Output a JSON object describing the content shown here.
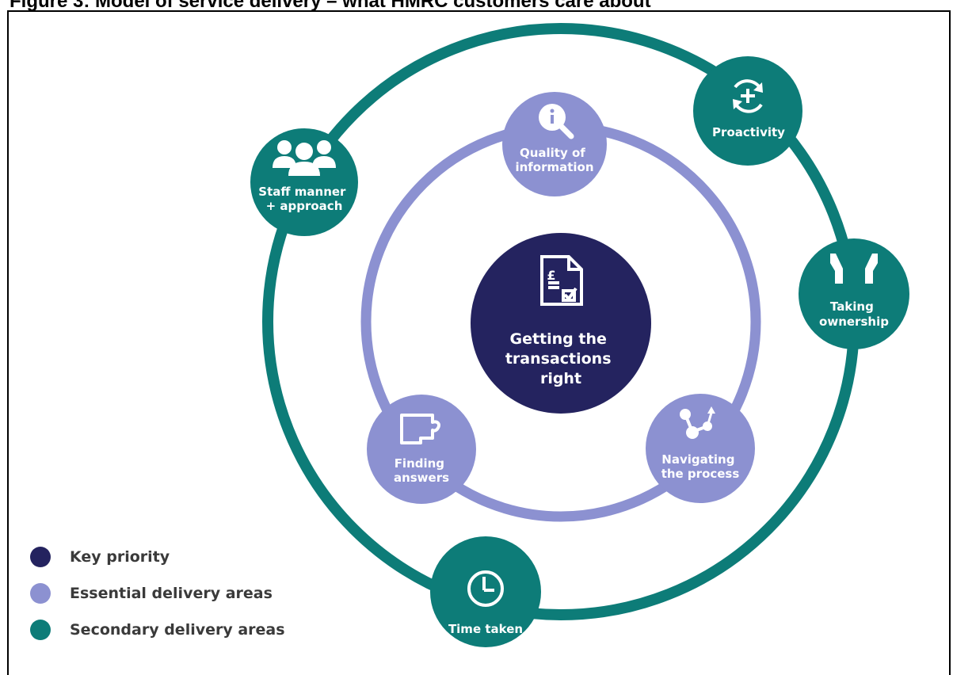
{
  "title": "Figure 3: Model of service delivery – what HMRC customers care about",
  "colors": {
    "key": "#24235f",
    "essential": "#8c91d1",
    "secondary": "#0d7c78"
  },
  "center": {
    "lines": [
      "Getting the",
      "transactions",
      "right"
    ],
    "icon": "document-pound-check-icon"
  },
  "essential_nodes": [
    {
      "lines": [
        "Quality of",
        "information"
      ],
      "icon": "info-magnifier-icon"
    },
    {
      "lines": [
        "Finding",
        "answers"
      ],
      "icon": "puzzle-piece-icon"
    },
    {
      "lines": [
        "Navigating",
        "the process"
      ],
      "icon": "process-nodes-icon"
    }
  ],
  "secondary_nodes": [
    {
      "lines": [
        "Staff manner",
        "+ approach"
      ],
      "icon": "people-group-icon"
    },
    {
      "lines": [
        "Proactivity"
      ],
      "icon": "refresh-plus-icon"
    },
    {
      "lines": [
        "Taking",
        "ownership"
      ],
      "icon": "hands-icon"
    },
    {
      "lines": [
        "Time taken"
      ],
      "icon": "clock-icon"
    }
  ],
  "legend": [
    {
      "label": "Key priority",
      "color": "#24235f"
    },
    {
      "label": "Essential delivery areas",
      "color": "#8c91d1"
    },
    {
      "label": "Secondary delivery areas",
      "color": "#0d7c78"
    }
  ]
}
